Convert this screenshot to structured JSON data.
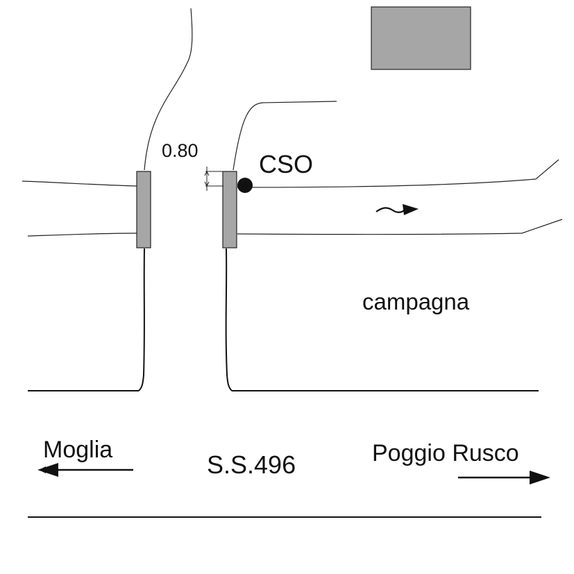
{
  "labels": {
    "dimension": "0.80",
    "cso": "CSO",
    "field": "campagna",
    "left_town": "Moglia",
    "road": "S.S.496",
    "right_town": "Poggio Rusco"
  },
  "colors": {
    "fill_gray": "#a6a6a6",
    "stroke": "#222222",
    "background": "#ffffff"
  },
  "icons": {
    "flow": "wavy-arrow-right-icon",
    "direction_left": "arrow-left-icon",
    "direction_right": "arrow-right-icon",
    "overflow_point": "filled-circle-icon"
  }
}
